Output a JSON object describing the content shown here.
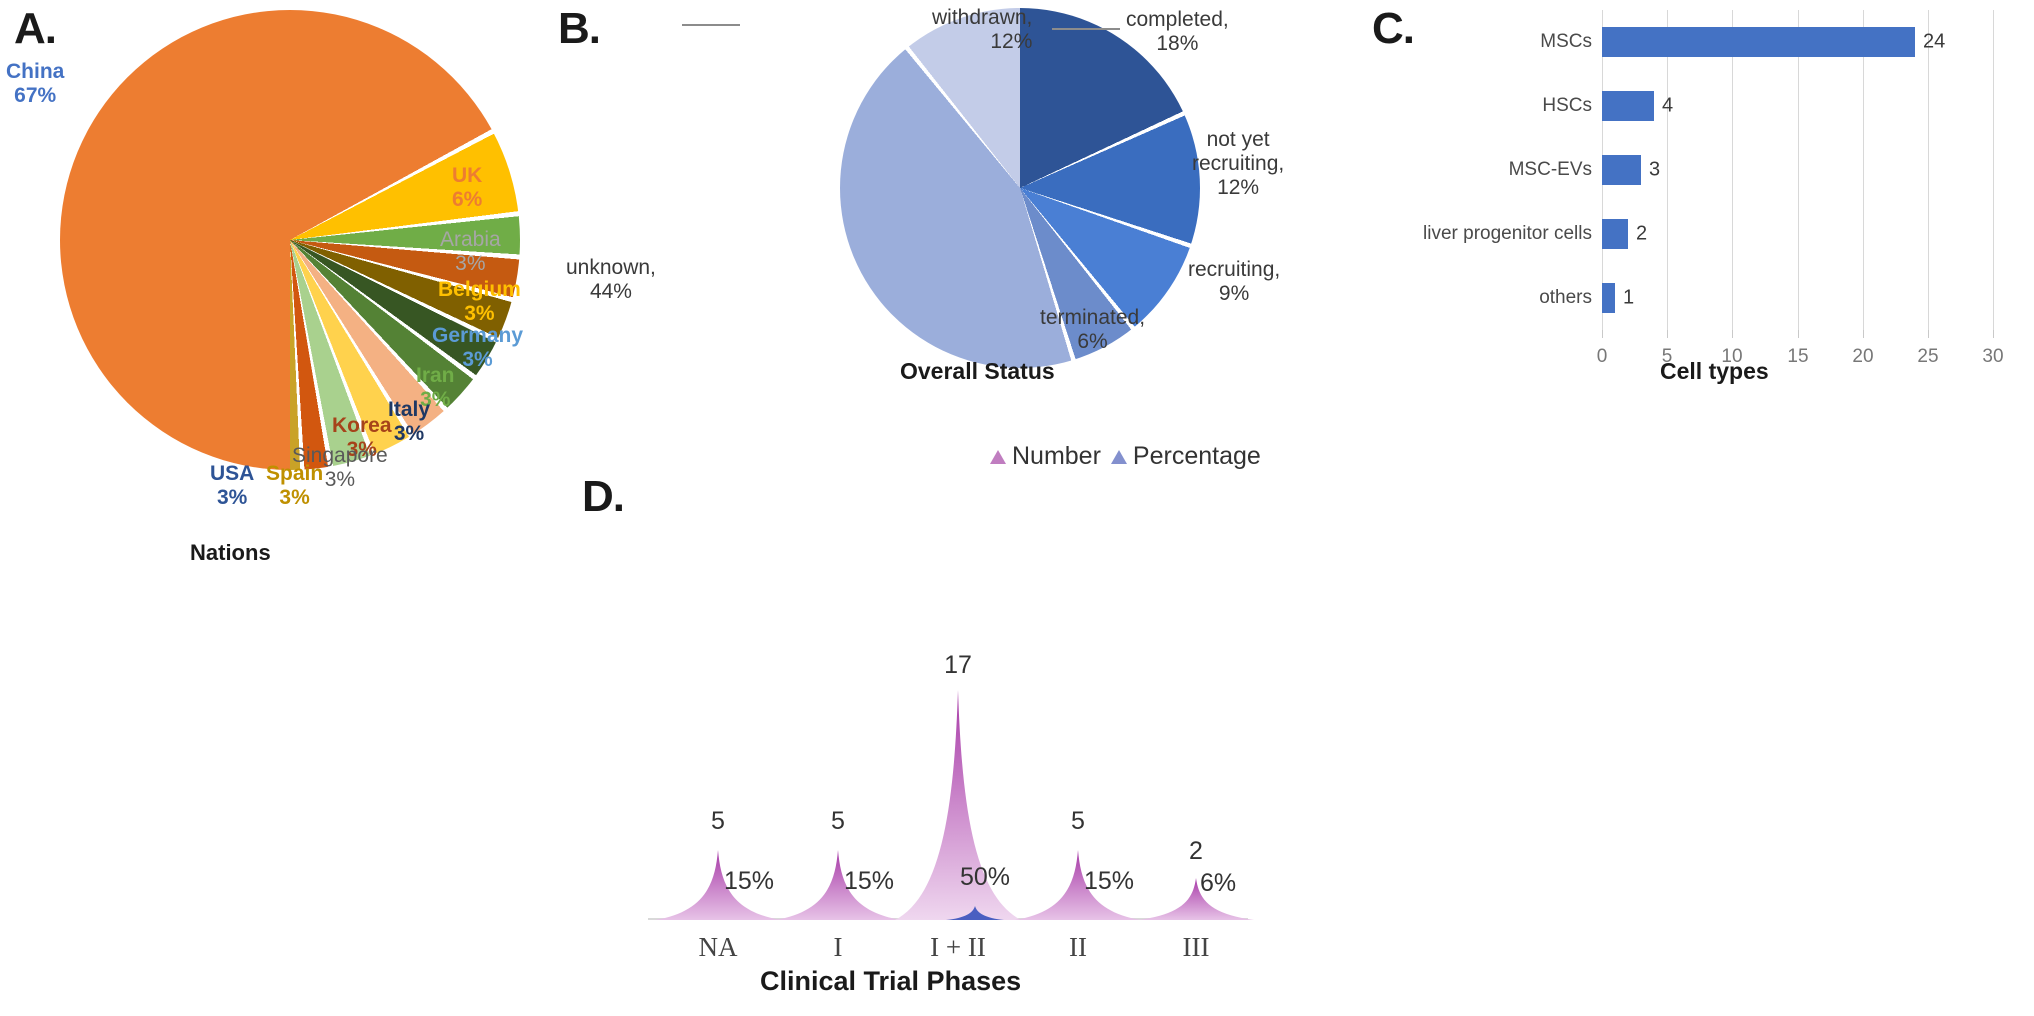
{
  "figure": {
    "panels": [
      "A.",
      "B.",
      "C.",
      "D."
    ]
  },
  "panelA": {
    "letter": "A.",
    "axis_title": "Nations",
    "labels": {
      "china_name": "China",
      "china_pct": "67%",
      "uk_name": "UK",
      "uk_pct": "6%",
      "arabia_name": "Arabia",
      "arabia_pct": "3%",
      "belgium_name": "Belgium",
      "belgium_pct": "3%",
      "germany_name": "Germany",
      "germany_pct": "3%",
      "iran_name": "Iran",
      "iran_pct": "3%",
      "italy_name": "Italy",
      "italy_pct": "3%",
      "korea_name": "Korea",
      "korea_pct": "3%",
      "singapore_name": "Singapore",
      "singapore_pct": "3%",
      "spain_name": "Spain",
      "spain_pct": "3%",
      "usa_name": "USA",
      "usa_pct": "3%"
    }
  },
  "panelB": {
    "letter": "B.",
    "axis_title": "Overall Status",
    "labels": {
      "completed": "completed,",
      "completed_pct": "18%",
      "notyet1": "not yet",
      "notyet2": "recruiting,",
      "notyet_pct": "12%",
      "recruiting": "recruiting,",
      "recruiting_pct": "9%",
      "terminated": "terminated,",
      "terminated_pct": "6%",
      "unknown": "unknown,",
      "unknown_pct": "44%",
      "withdrawn": "withdrawn,",
      "withdrawn_pct": "12%"
    }
  },
  "panelC": {
    "letter": "C.",
    "axis_title": "Cell types"
  },
  "panelD": {
    "letter": "D.",
    "axis_title": "Clinical Trial Phases",
    "legend": {
      "number": "Number",
      "percentage": "Percentage"
    }
  },
  "chart_data": [
    {
      "type": "pie",
      "id": "panelA-nations",
      "title": "Nations",
      "legend_position": "outside-labels",
      "categories": [
        "China",
        "UK",
        "Arabia",
        "Belgium",
        "Germany",
        "Iran",
        "Italy",
        "Korea",
        "Singapore",
        "Spain",
        "USA"
      ],
      "values": [
        67,
        6,
        3,
        3,
        3,
        3,
        3,
        3,
        3,
        3,
        3
      ],
      "labels": [
        "67%",
        "6%",
        "3%",
        "3%",
        "3%",
        "3%",
        "3%",
        "3%",
        "3%",
        "3%",
        "3%"
      ],
      "colors": [
        "#ED7D31",
        "#FFC000",
        "#70AD47",
        "#C55A11",
        "#BF9000",
        "#375623",
        "#548235",
        "#F4B183",
        "#FFD966",
        "#A9D18E",
        "#C55A11"
      ]
    },
    {
      "type": "pie",
      "id": "panelB-overall-status",
      "title": "Overall Status",
      "legend_position": "outside-labels",
      "categories": [
        "completed",
        "not yet recruiting",
        "recruiting",
        "terminated",
        "unknown",
        "withdrawn"
      ],
      "values": [
        18,
        12,
        9,
        6,
        44,
        12
      ],
      "labels": [
        "18%",
        "12%",
        "9%",
        "6%",
        "44%",
        "12%"
      ],
      "colors": [
        "#2E5496",
        "#3A6DBF",
        "#4A7FD4",
        "#6C8CCB",
        "#9BAEDB",
        "#C3CCE8"
      ]
    },
    {
      "type": "bar",
      "id": "panelC-cell-types",
      "orientation": "horizontal",
      "title": "",
      "xlabel": "Cell types",
      "ylabel": "",
      "categories": [
        "MSCs",
        "HSCs",
        "MSC-EVs",
        "liver progenitor cells",
        "others"
      ],
      "values": [
        24,
        4,
        3,
        2,
        1
      ],
      "xlim": [
        0,
        30
      ],
      "xticks": [
        0,
        5,
        10,
        15,
        20,
        25,
        30
      ],
      "grid": true,
      "color": "#4472C4"
    },
    {
      "type": "area",
      "id": "panelD-clinical-trial-phases",
      "title": "",
      "xlabel": "Clinical Trial Phases",
      "categories": [
        "NA",
        "I",
        "I + II",
        "II",
        "III"
      ],
      "series": [
        {
          "name": "Number",
          "values": [
            5,
            5,
            17,
            5,
            2
          ],
          "labels": [
            "5",
            "5",
            "17",
            "5",
            "2"
          ],
          "color": "#B455B4"
        },
        {
          "name": "Percentage",
          "values": [
            15,
            15,
            50,
            15,
            6
          ],
          "labels": [
            "15%",
            "15%",
            "50%",
            "15%",
            "6%"
          ],
          "color": "#4A5FC1"
        }
      ],
      "legend_position": "top-right"
    }
  ],
  "colors": {
    "orange": "#ED7D31",
    "blue_bar": "#4472C4",
    "pie_blue_dark": "#2E5496",
    "magenta": "#B455B4"
  }
}
